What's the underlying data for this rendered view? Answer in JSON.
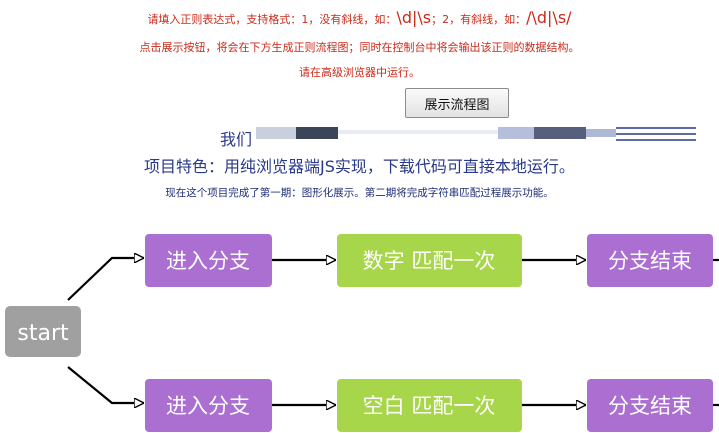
{
  "instructions": {
    "line1_prefix": "请填入正则表达式，支持格式：1，没有斜线，如：",
    "line1_example1": "\\d|\\s",
    "line1_middle": "；2，有斜线，如：",
    "line1_example2": "/\\d|\\s/",
    "line2": "点击展示按钮，将会在下方生成正则流程图；同时在控制台中将会输出该正则的数据结构。",
    "line3": "请在高级浏览器中运行。"
  },
  "render_button_label": "展示流程图",
  "partial_text": "我们",
  "feature_line": "项目特色：用纯浏览器端JS实现，下载代码可直接本地运行。",
  "status_line": "现在这个项目完成了第一期：图形化展示。第二期将完成字符串匹配过程展示功能。",
  "flowchart": {
    "start": "start",
    "branches": [
      {
        "enter": "进入分支",
        "match": "数字 匹配一次",
        "end": "分支结束"
      },
      {
        "enter": "进入分支",
        "match": "空白 匹配一次",
        "end": "分支结束"
      }
    ]
  },
  "colors": {
    "instruction_red": "#cc2a1a",
    "text_blue": "#2a3a8a",
    "start_node": "#a0a0a0",
    "branch_node": "#ab6fd1",
    "match_node": "#a8d64a"
  }
}
